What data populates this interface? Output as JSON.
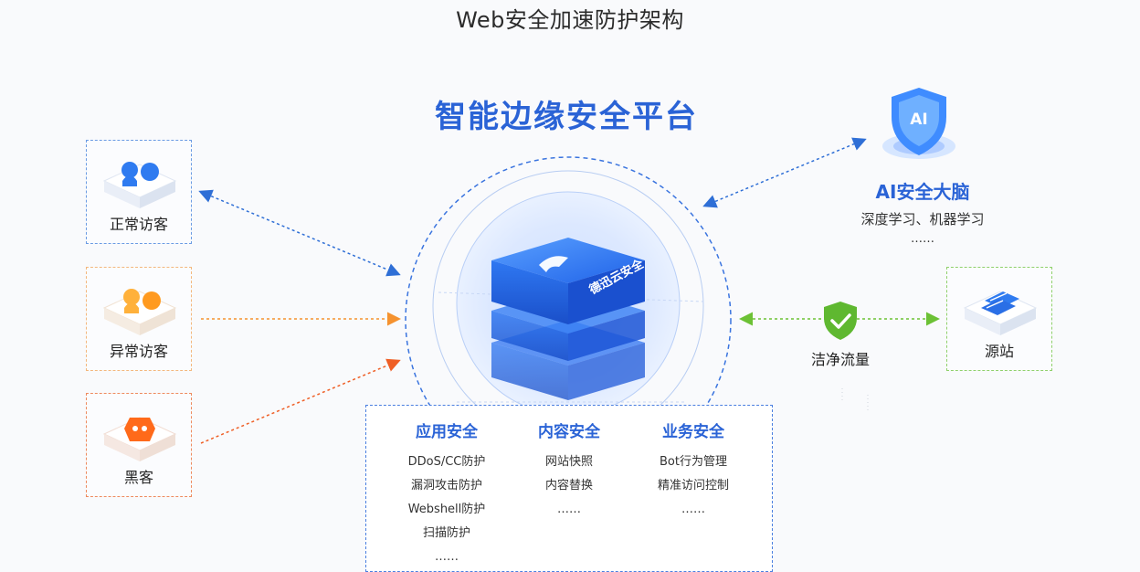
{
  "page_title": "Web安全加速防护架构",
  "platform_title": "智能边缘安全平台",
  "core_logo_text": "德迅云安全",
  "visitors": [
    {
      "label": "正常访客",
      "border_color": "#6a9be3",
      "line_color": "#2f6fd6"
    },
    {
      "label": "异常访客",
      "border_color": "#f3b77d",
      "line_color": "#f5922f"
    },
    {
      "label": "黑客",
      "border_color": "#ee8a5e",
      "line_color": "#ef5f26"
    }
  ],
  "ai_brain": {
    "title": "AI安全大脑",
    "subtitle": "深度学习、机器学习",
    "more": "……",
    "icon_text": "AI"
  },
  "clean_traffic": {
    "label": "洁净流量",
    "color": "#6cc135"
  },
  "origin": {
    "label": "源站",
    "border_color": "#8fd06b"
  },
  "feature_columns": [
    {
      "title": "应用安全",
      "items": [
        "DDoS/CC防护",
        "漏洞攻击防护",
        "Webshell防护",
        "扫描防护",
        "……"
      ]
    },
    {
      "title": "内容安全",
      "items": [
        "网站快照",
        "内容替换",
        "……"
      ]
    },
    {
      "title": "业务安全",
      "items": [
        "Bot行为管理",
        "精准访问控制",
        "……"
      ]
    }
  ],
  "colors": {
    "brand_blue": "#2a63d6",
    "icon_blue": "#2f7bf0",
    "icon_orange": "#ff9a1f",
    "icon_red_orange": "#ff6a1a"
  }
}
